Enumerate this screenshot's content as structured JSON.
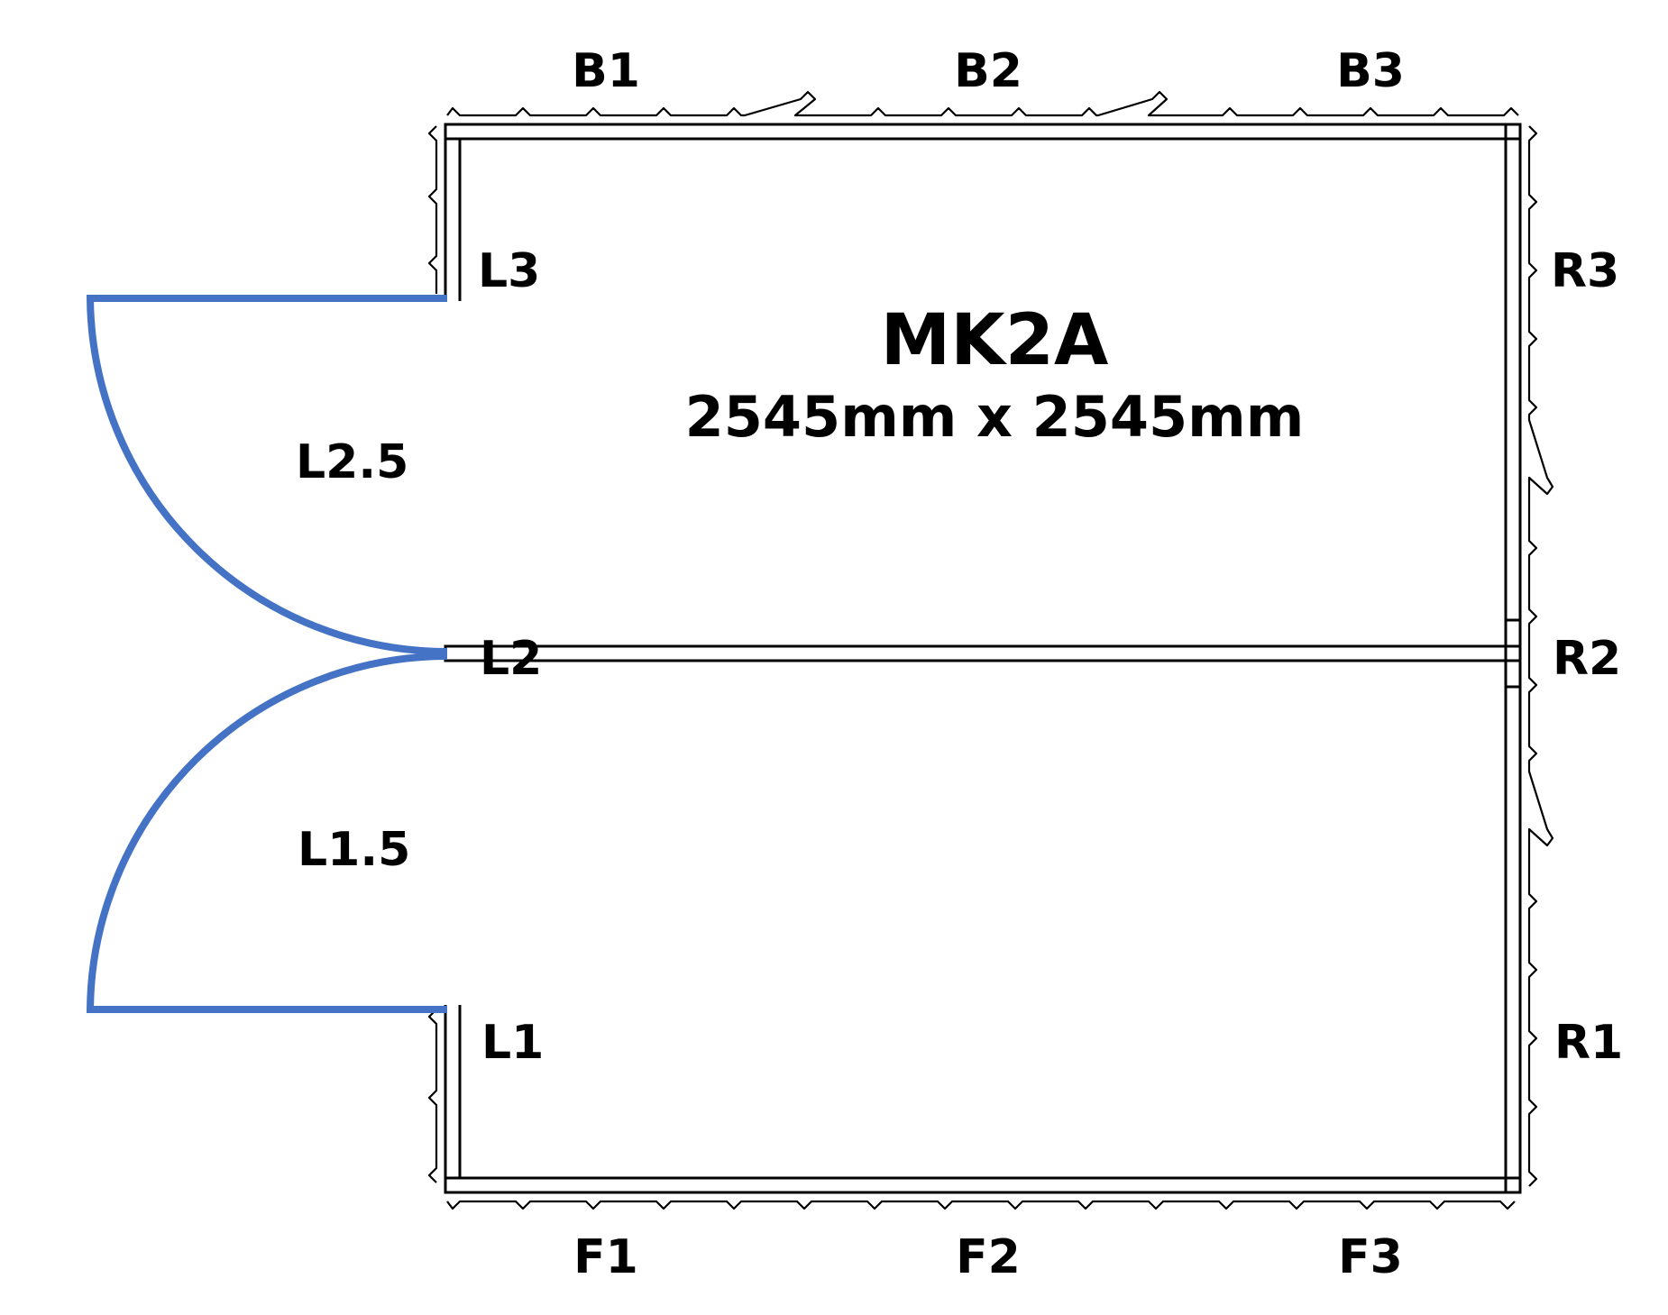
{
  "title": "MK2A",
  "dimensions": "2545mm x 2545mm",
  "labels": {
    "b1": "B1",
    "b2": "B2",
    "b3": "B3",
    "f1": "F1",
    "f2": "F2",
    "f3": "F3",
    "l1": "L1",
    "l1_5": "L1.5",
    "l2": "L2",
    "l2_5": "L2.5",
    "l3": "L3",
    "r1": "R1",
    "r2": "R2",
    "r3": "R3"
  },
  "colors": {
    "door": "#4472c4",
    "wall": "#000000"
  }
}
